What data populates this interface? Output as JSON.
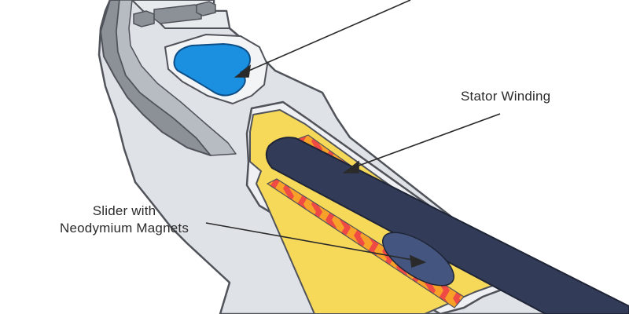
{
  "labels": {
    "stator_winding": "Stator Winding",
    "slider_line1": "Slider with",
    "slider_line2": "Neodymium Magnets"
  },
  "colors": {
    "housing_light": "#dfe3e8",
    "housing_outline": "#50535a",
    "housing_dark_shade": "#8c9097",
    "housing_mid_shade": "#b7bcc2",
    "yellow_insulation": "#f7d95a",
    "winding_red": "#ef4a44",
    "winding_orange": "#f8a128",
    "slider_navy": "#323c58",
    "magnet_highlight": "#44557f",
    "fluid_blue": "#1b8fe0",
    "label_text": "#2a2a2a"
  }
}
